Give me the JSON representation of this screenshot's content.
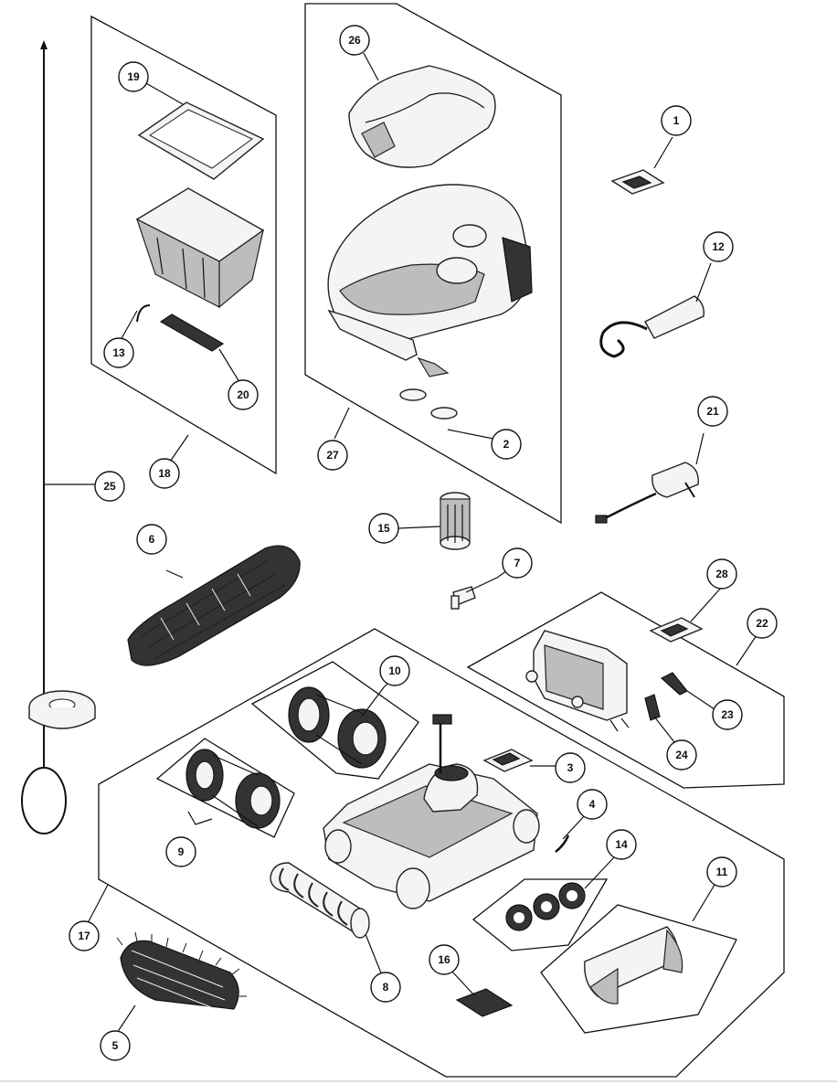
{
  "callouts": [
    {
      "label": "1",
      "name": "callout-1"
    },
    {
      "label": "2",
      "name": "callout-2"
    },
    {
      "label": "3",
      "name": "callout-3"
    },
    {
      "label": "4",
      "name": "callout-4"
    },
    {
      "label": "5",
      "name": "callout-5"
    },
    {
      "label": "6",
      "name": "callout-6"
    },
    {
      "label": "7",
      "name": "callout-7"
    },
    {
      "label": "8",
      "name": "callout-8"
    },
    {
      "label": "9",
      "name": "callout-9"
    },
    {
      "label": "10",
      "name": "callout-10"
    },
    {
      "label": "11",
      "name": "callout-11"
    },
    {
      "label": "12",
      "name": "callout-12"
    },
    {
      "label": "13",
      "name": "callout-13"
    },
    {
      "label": "14",
      "name": "callout-14"
    },
    {
      "label": "15",
      "name": "callout-15"
    },
    {
      "label": "16",
      "name": "callout-16"
    },
    {
      "label": "17",
      "name": "callout-17"
    },
    {
      "label": "18",
      "name": "callout-18"
    },
    {
      "label": "19",
      "name": "callout-19"
    },
    {
      "label": "20",
      "name": "callout-20"
    },
    {
      "label": "21",
      "name": "callout-21"
    },
    {
      "label": "22",
      "name": "callout-22"
    },
    {
      "label": "23",
      "name": "callout-23"
    },
    {
      "label": "24",
      "name": "callout-24"
    },
    {
      "label": "25",
      "name": "callout-25"
    },
    {
      "label": "26",
      "name": "callout-26"
    },
    {
      "label": "27",
      "name": "callout-27"
    },
    {
      "label": "28",
      "name": "callout-28"
    }
  ]
}
